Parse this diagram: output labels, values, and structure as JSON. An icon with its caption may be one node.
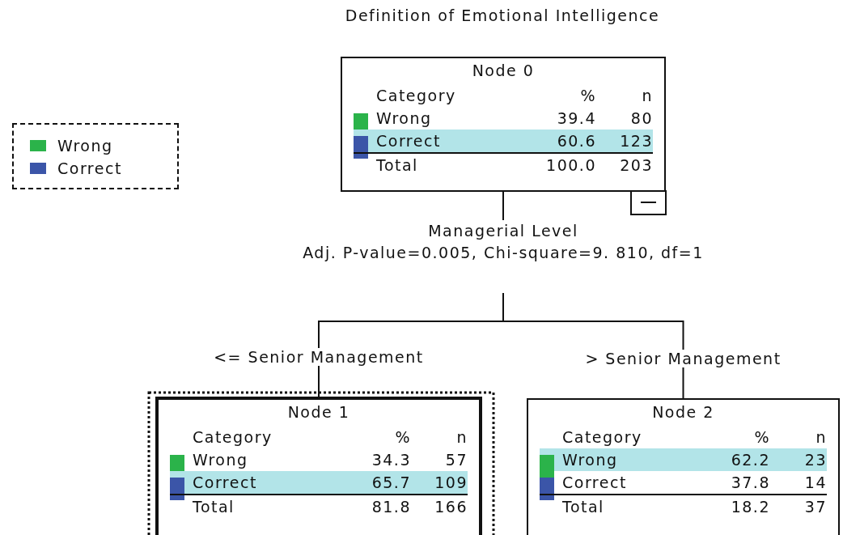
{
  "diagram": {
    "title": "Definition of Emotional Intelligence",
    "nodes": [
      {
        "text": [
          "Node 0",
          "Category",
          "%",
          "n",
          "Wrong",
          "39.4",
          "80",
          "Correct",
          "60.6",
          "123",
          "Total",
          "100.0",
          "203"
        ]
      },
      {
        "text": [
          "Managerial Level",
          "Adj. P-value=0.005, Chi-square=9. 810, df=1"
        ]
      },
      {
        "text": [
          "Node 1",
          "Category",
          "%",
          "n",
          "Wrong",
          "34.3",
          "57",
          "Correct",
          "65.7",
          "109",
          "Total",
          "81.8",
          "166"
        ]
      },
      {
        "text": [
          "Node 2",
          "Category",
          "%",
          "n",
          "Wrong",
          "62.2",
          "23",
          "Correct",
          "37.8",
          "14",
          "Total",
          "18.2",
          "37"
        ]
      }
    ],
    "edges": [
      {
        "from": 0,
        "to": 1,
        "arrow": "none"
      },
      {
        "from": 1,
        "to": 2,
        "arrow": "none",
        "label": "<= Senior Management"
      },
      {
        "from": 1,
        "to": 3,
        "arrow": "none",
        "label": "> Senior Management"
      }
    ],
    "legend": [
      {
        "text": "Wrong",
        "color": "#2bb34a"
      },
      {
        "text": "Correct",
        "color": "#3b55a8"
      }
    ]
  }
}
